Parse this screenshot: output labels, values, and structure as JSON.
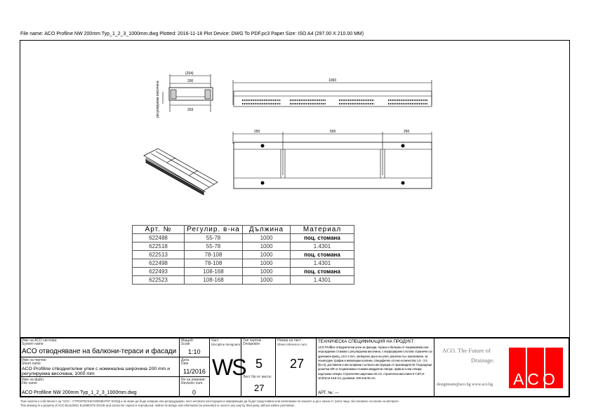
{
  "header_line": "File name: ACO Profline NW 200mm Typ_1_2_3_1000mm.dwg   Plotted: 2016-11-18   Plot Device: DWG To PDF.pc3   Paper Size: ISO A4 (297.00 X 210.00 MM)",
  "drawing": {
    "dim_204": "(204)",
    "dim_200": "200",
    "dim_203": "203",
    "dim_1000": "1000",
    "dim_250a": "250",
    "dim_500": "500",
    "dim_250b": "250",
    "vertical_label": "регулируема височина"
  },
  "table": {
    "headers": [
      "Арт. №",
      "Регулир. в-на",
      "Дължина",
      "Материал"
    ],
    "rows": [
      [
        "622488",
        "55-78",
        "1000",
        "поц. стомана"
      ],
      [
        "622518",
        "55-78",
        "1000",
        "1.4301"
      ],
      [
        "622513",
        "78-108",
        "1000",
        "поц. стомана"
      ],
      [
        "622498",
        "78-108",
        "1000",
        "1.4301"
      ],
      [
        "622493",
        "108-168",
        "1000",
        "поц. стомана"
      ],
      [
        "622523",
        "108-168",
        "1000",
        "1.4301"
      ]
    ]
  },
  "title_block": {
    "system_label_bg": "Име на АСО система:",
    "system_label_en": "System name",
    "system_name": "ACO отводняване на балкони-тераси и фасади",
    "sheet_label_bg": "Име на чертеж:",
    "sheet_label_en": "Sheet name",
    "sheet_name": "ACO Profiline отводнителни улеи с номинална широчина 200 mm и регулируема височина, 1000 mm",
    "file_label_bg": "Име на файл:",
    "file_label_en": "File name",
    "file_name": "ACO Profiline NW 200mm Typ_1_2_3_1000mm.dwg",
    "scale_label_bg": "Мащаб:",
    "scale_label_en": "Scale",
    "scale": "1:10",
    "date_label_bg": "Дата:",
    "date_label_en": "Date",
    "date": "11/2016",
    "rev_label_bg": "No на ревизия:",
    "rev_label_en": "Revision num.",
    "revision": "0",
    "disc_label_bg": "Част :",
    "disc_label_en": "Discipline designator",
    "discipline": "WS",
    "type_label_bg": "Тип чертеж :",
    "type_label_en": "Designator",
    "type": "5",
    "sheetno_label": "Лист No от листа:",
    "sheetno": "27",
    "sheetref_label_bg": "Номер на лист :",
    "sheetref_label_en": "Sheet reference num.",
    "sheetref": "27",
    "spec_title": "ТЕХНИЧЕСКА СПЕЦИФИКАЦИЯ НА ПРОДУКТ:",
    "spec_text": "ACO Profiline отводнителни улеи за фасади, тераси и балкони от поцинкована или неръждаема стомана с регулируема височина, с перфорирани слотове странично за дренажен филц, слот 4 mm, затворено дъно на улея, решетки със заключване, за пешеходен трафик и инвалидни колички, специфично оточно количество 1.5 - 2.5 l/(s.m), доставени и инсталирани съгласно инструкции от производителя. Подходящи решетки SiR от поцинкована стомана квадратни отвори, правоъгълни отвори, надлъжни отвори. Строителни широчини 20 cm, строителни височини 5-7,8/7,8-10,8/10,8-16,8 cm, дължини: 100 или 50 cm.",
    "art_no": "АРТ. №: ---",
    "slogan_line1": "ACO. The Future of",
    "slogan_line2": "Drainage.",
    "contacts": "designteam@aco.bg   www.aco.bg",
    "logo_text": "ACO",
    "logo_color": "#ff0000"
  },
  "footer": {
    "line_bg": "Този чертеж е собственост на \"АСО – СТРОИТЕЛНИ ЕЛЕМЕНТИ\" ЕООД и не може да бъде копиран или репродуциран, нито неговата конструкция и информация да бъдат представяни или използвани по какъвто и да е начин от трети лица, без писмено съгласие на авторите.",
    "line_en": "This drawing is a property of ACO BUILDING ELEMENTS EOOD and cannot be copied or reproduced, neither its design and information be presented or used in any way by third party, without written permission."
  }
}
